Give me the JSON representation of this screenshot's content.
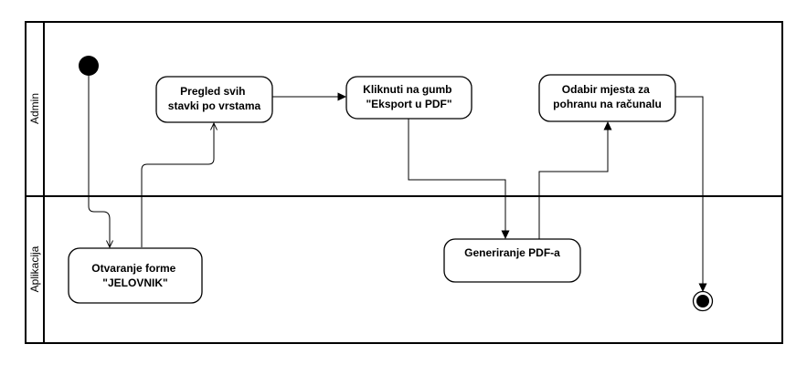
{
  "colors": {
    "stroke": "#000000",
    "background": "#ffffff"
  },
  "lanes": [
    {
      "label": "Admin"
    },
    {
      "label": "Aplikacija"
    }
  ],
  "nodes": {
    "otvaranje": {
      "lines": [
        "Otvaranje forme",
        "\"JELOVNIK\""
      ]
    },
    "pregled": {
      "lines": [
        "Pregled svih",
        "stavki po vrstama"
      ]
    },
    "kliknuti": {
      "lines": [
        "Kliknuti na gumb",
        "\"Eksport u PDF\""
      ]
    },
    "generiranje": {
      "lines": [
        "Generiranje PDF-a"
      ]
    },
    "odabir": {
      "lines": [
        "Odabir mjesta za",
        "pohranu na računalu"
      ]
    }
  },
  "start_node": {
    "icon": "initial-node-icon"
  },
  "end_node": {
    "icon": "final-node-icon"
  }
}
